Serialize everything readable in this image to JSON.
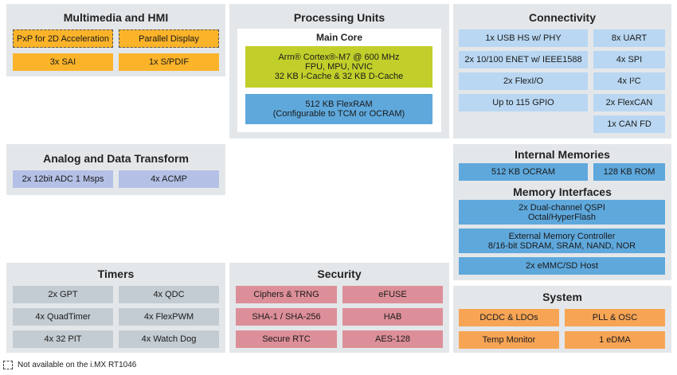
{
  "multimedia": {
    "title": "Multimedia and HMI",
    "items": [
      "PxP for 2D Acceleration",
      "Parallel Display",
      "3x SAI",
      "1x S/PDIF"
    ]
  },
  "processing": {
    "title": "Processing Units",
    "main_core_title": "Main Core",
    "cpu_lines": [
      "Arm® Cortex®-M7 @ 600 MHz",
      "FPU, MPU, NVIC",
      "32 KB I-Cache & 32 KB D-Cache"
    ],
    "flexram_lines": [
      "512 KB FlexRAM",
      "(Configurable to TCM or OCRAM)"
    ]
  },
  "connectivity": {
    "title": "Connectivity",
    "items": [
      "1x USB HS w/ PHY",
      "8x UART",
      "2x 10/100 ENET w/ IEEE1588",
      "4x SPI",
      "2x FlexI/O",
      "4x I²C",
      "Up to 115 GPIO",
      "2x FlexCAN",
      "1x CAN FD"
    ]
  },
  "analog": {
    "title": "Analog and Data Transform",
    "items": [
      "2x 12bit ADC 1 Msps",
      "4x ACMP"
    ]
  },
  "internal_memories": {
    "title": "Internal Memories",
    "items": [
      "512 KB OCRAM",
      "128 KB ROM"
    ]
  },
  "memory_interfaces": {
    "title": "Memory Interfaces",
    "qspi": [
      "2x Dual-channel QSPI",
      "Octal/HyperFlash"
    ],
    "emc": [
      "External Memory Controller",
      "8/16-bit SDRAM, SRAM, NAND, NOR"
    ],
    "emmc": "2x eMMC/SD Host"
  },
  "timers": {
    "title": "Timers",
    "items": [
      "2x GPT",
      "4x QDC",
      "4x QuadTimer",
      "4x FlexPWM",
      "4x 32 PIT",
      "4x Watch Dog"
    ]
  },
  "security": {
    "title": "Security",
    "items": [
      "Ciphers & TRNG",
      "eFUSE",
      "SHA-1 / SHA-256",
      "HAB",
      "Secure RTC",
      "AES-128"
    ]
  },
  "system": {
    "title": "System",
    "items": [
      "DCDC & LDOs",
      "PLL & OSC",
      "Temp Monitor",
      "1 eDMA"
    ]
  },
  "legend": {
    "text": "Not available on the i.MX RT1046"
  },
  "colors": {
    "panel": "#e4e7ea",
    "orange": "#fbb32a",
    "light_blue": "#b9d7f2",
    "mid_blue": "#5fa8dc",
    "lavender": "#b4c0e6",
    "grey": "#c4ccd3",
    "pink": "#dc8f98",
    "light_orange": "#f7a555",
    "lime": "#c2cf2b"
  }
}
